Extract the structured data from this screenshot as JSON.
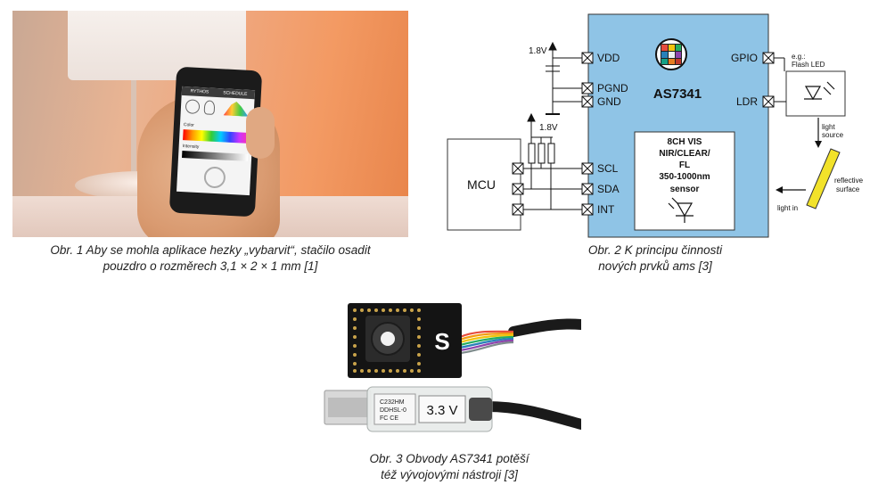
{
  "figure1": {
    "caption_line1": "Obr. 1  Aby se mohla aplikace hezky „vybarvit“, stačilo osadit",
    "caption_line2": "pouzdro o rozměrech 3,1 × 2 × 1 mm [1]",
    "phone_tab1": "RYTHOS",
    "phone_tab2": "SCHEDULE",
    "phone_color_label": "Color",
    "phone_intensity_label": "Intensity"
  },
  "figure2": {
    "caption_line1": "Obr. 2  K principu činnosti",
    "caption_line2": "nových prvků ams [3]",
    "chip_name": "AS7341",
    "supply_top": "1.8V",
    "supply_pullup": "1.8V",
    "pins_left": [
      "VDD",
      "PGND",
      "GND",
      "SCL",
      "SDA",
      "INT"
    ],
    "pins_right": [
      "GPIO",
      "LDR"
    ],
    "mcu_label": "MCU",
    "sensor_lines": [
      "8CH VIS",
      "NIR/CLEAR/",
      "FL",
      "350-1000nm",
      "sensor"
    ],
    "led_note_line1": "e.g.:",
    "led_note_line2": "Flash LED",
    "light_source_line1": "light",
    "light_source_line2": "source",
    "reflective_line1": "reflective",
    "reflective_line2": "surface",
    "light_in": "light in",
    "colors": {
      "chip_fill": "#8fc4e6",
      "reflector_fill": "#f2e22a"
    }
  },
  "figure3": {
    "caption_line1": "Obr. 3  Obvody AS7341 potěší",
    "caption_line2": "též vývojovými nástroji [3]",
    "usb_label_line1": "C232HM",
    "usb_label_line2": "DDHSL-0",
    "usb_label_line3": "FC CE",
    "usb_voltage": "3.3 V",
    "board_logo": "S"
  }
}
